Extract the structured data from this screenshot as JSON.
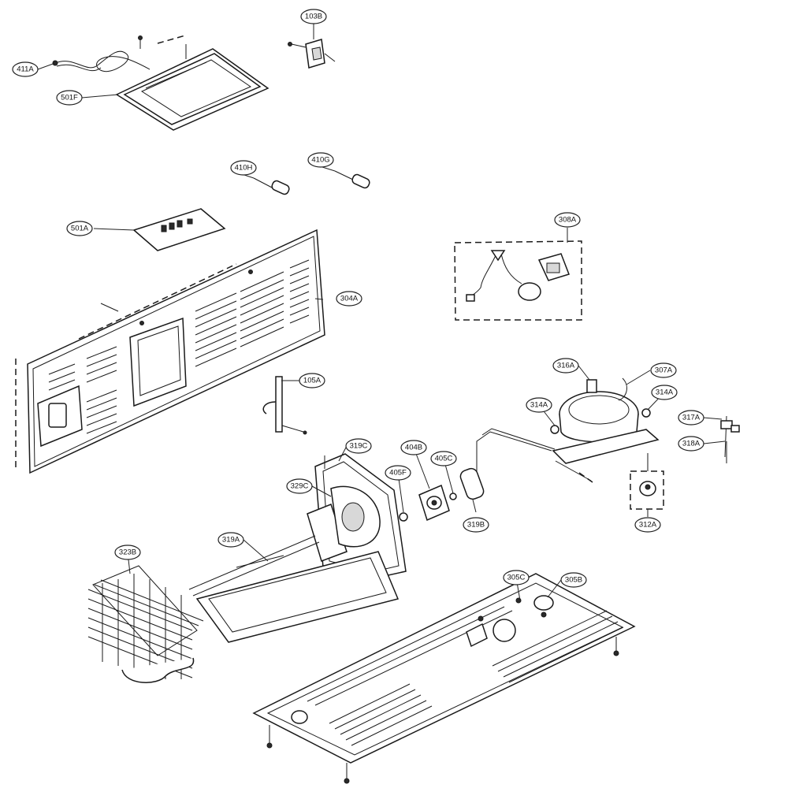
{
  "callouts": [
    {
      "id": "411A",
      "label": "411A"
    },
    {
      "id": "501F",
      "label": "501F"
    },
    {
      "id": "103B",
      "label": "103B"
    },
    {
      "id": "410H",
      "label": "410H"
    },
    {
      "id": "410G",
      "label": "410G"
    },
    {
      "id": "501A",
      "label": "501A"
    },
    {
      "id": "304A",
      "label": "304A"
    },
    {
      "id": "308A",
      "label": "308A"
    },
    {
      "id": "316A",
      "label": "316A"
    },
    {
      "id": "307A",
      "label": "307A"
    },
    {
      "id": "314A_left",
      "label": "314A"
    },
    {
      "id": "314A_right",
      "label": "314A"
    },
    {
      "id": "317A",
      "label": "317A"
    },
    {
      "id": "318A",
      "label": "318A"
    },
    {
      "id": "312A",
      "label": "312A"
    },
    {
      "id": "105A",
      "label": "105A"
    },
    {
      "id": "319C",
      "label": "319C"
    },
    {
      "id": "329C",
      "label": "329C"
    },
    {
      "id": "404B",
      "label": "404B"
    },
    {
      "id": "405C",
      "label": "405C"
    },
    {
      "id": "405F",
      "label": "405F"
    },
    {
      "id": "319B",
      "label": "319B"
    },
    {
      "id": "319A",
      "label": "319A"
    },
    {
      "id": "323B",
      "label": "323B"
    },
    {
      "id": "305C",
      "label": "305C"
    },
    {
      "id": "305B",
      "label": "305B"
    }
  ]
}
